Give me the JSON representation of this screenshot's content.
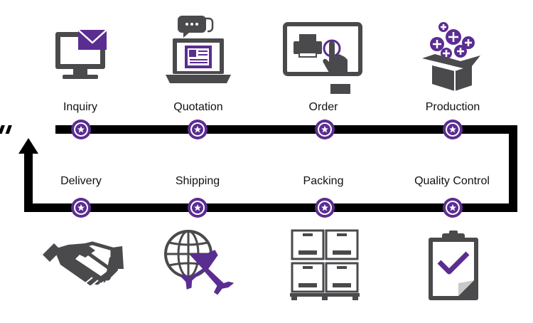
{
  "colors": {
    "accent": "#5a2d91",
    "dark": "#4a4a4d",
    "loop": "#000000",
    "background": "#ffffff"
  },
  "top_steps": [
    {
      "label": "Inquiry",
      "icon": "monitor-mail-icon"
    },
    {
      "label": "Quotation",
      "icon": "laptop-chat-icon"
    },
    {
      "label": "Order",
      "icon": "touch-printer-icon"
    },
    {
      "label": "Production",
      "icon": "box-plus-icon"
    }
  ],
  "bottom_steps": [
    {
      "label": "Delivery",
      "icon": "handshake-icon"
    },
    {
      "label": "Shipping",
      "icon": "globe-plane-icon"
    },
    {
      "label": "Packing",
      "icon": "pallet-boxes-icon"
    },
    {
      "label": "Quality Control",
      "icon": "clipboard-check-icon"
    }
  ]
}
